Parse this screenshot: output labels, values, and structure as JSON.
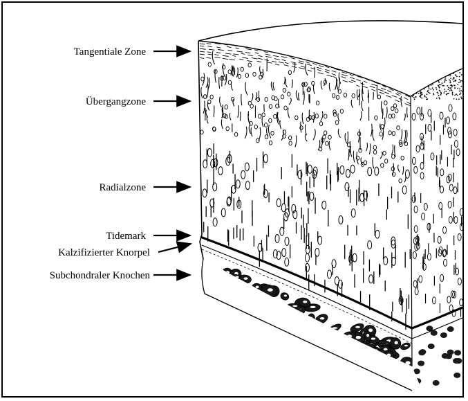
{
  "labels": [
    "Tangentiale Zone",
    "Übergangzone",
    "Radialzone",
    "Tidemark",
    "Kalzifizierter Knorpel",
    "Subchondraler Knochen"
  ],
  "colors": {
    "ink": "#000000",
    "paper": "#ffffff"
  }
}
